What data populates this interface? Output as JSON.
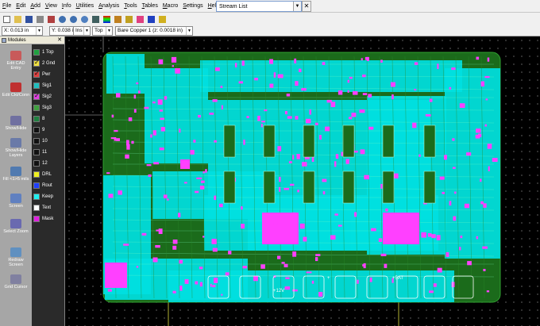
{
  "menu": {
    "items": [
      "File",
      "Edit",
      "Add",
      "View",
      "Info",
      "Utilities",
      "Analysis",
      "Tools",
      "Tables",
      "Macro",
      "Settings",
      "Help"
    ],
    "stream_list": "Stream List"
  },
  "fields": {
    "x": "X: 0.013 in",
    "y": "Y: 0.038 in",
    "units": "Ins",
    "side": "Top",
    "material": "Bare Copper 1 (z: 0.0018 in)"
  },
  "modules": {
    "title": "Modules",
    "buttons": [
      {
        "id": "edit-cad",
        "label": "Edit CAD Entry",
        "color": "#c85a5a"
      },
      {
        "id": "edit-ckt",
        "label": "Edit Ckt/Conn",
        "color": "#c03030"
      },
      {
        "id": "show-hide",
        "label": "Show/Hide",
        "color": "#7070a0"
      },
      {
        "id": "show-hide-layers",
        "label": "Show/Hide Layers",
        "color": "#6a7aa8"
      },
      {
        "id": "fill",
        "label": "Fill <1>5 mils",
        "color": "#507ab0"
      },
      {
        "id": "screen",
        "label": "Screen",
        "color": "#6080c0"
      },
      {
        "id": "select-zoom",
        "label": "Select Zoom",
        "color": "#6a6ab0"
      },
      {
        "id": "redraw-screen",
        "label": "Redraw Screen",
        "color": "#6090c0"
      },
      {
        "id": "grid-cursor",
        "label": "Grid Cursor",
        "color": "#8080a0"
      }
    ]
  },
  "layers": [
    {
      "label": "1 Top",
      "color": "#20a040",
      "checked": false
    },
    {
      "label": "2 Gnd",
      "color": "#f0e040",
      "checked": true
    },
    {
      "label": "Pwr",
      "color": "#e04040",
      "checked": true
    },
    {
      "label": "Sig1",
      "color": "#20c0c0",
      "checked": false
    },
    {
      "label": "Sig2",
      "color": "#e040e0",
      "checked": true
    },
    {
      "label": "Sig3",
      "color": "#40a040",
      "checked": false
    },
    {
      "label": "8",
      "color": "#208040",
      "checked": false
    },
    {
      "label": "9",
      "color": "#111111",
      "checked": false
    },
    {
      "label": "10",
      "color": "#111111",
      "checked": false
    },
    {
      "label": "11",
      "color": "#111111",
      "checked": false
    },
    {
      "label": "12",
      "color": "#111111",
      "checked": false
    },
    {
      "label": "DRL",
      "color": "#f0f020",
      "checked": false
    },
    {
      "label": "Rout",
      "color": "#2040ff",
      "checked": false
    },
    {
      "label": "Keep",
      "color": "#20f0f0",
      "checked": false
    },
    {
      "label": "Text",
      "color": "#ffffff",
      "checked": false
    },
    {
      "label": "Mask",
      "color": "#e020e0",
      "checked": false
    }
  ],
  "board": {
    "labels": [
      "+12V",
      "+5AT",
      "+"
    ]
  },
  "colors": {
    "board": "#1b6b1b",
    "copper": "#00e0e0",
    "pad": "#ff40ff",
    "trace": "#7fffc0"
  }
}
